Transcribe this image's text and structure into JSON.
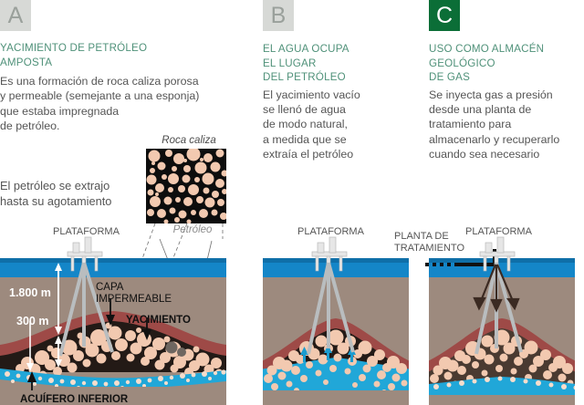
{
  "infographic": {
    "title": "Yacimiento de petroleo Amposta - uso como almacen geologico de gas",
    "colors": {
      "heading_green": "#4f9179",
      "badge_green": "#0b6e37",
      "badge_grey": "#d7d9d6",
      "sea_water": "#1486c8",
      "rock_ground": "#9d8a7e",
      "cap_rock": "#9e4a47",
      "limestone_pebble": "#f2c9b0",
      "aquifer_blue": "#21a7d8",
      "body_text": "#555555"
    }
  },
  "panels": [
    {
      "id": "A",
      "badge": "A",
      "badge_style": "grey",
      "heading": "YACIMIENTO DE PETRÓLEO\nAMPOSTA",
      "body": "Es una formación de roca caliza porosa\ny permeable (semejante a una esponja)\nque estaba impregnada\nde petróleo.",
      "note": "El petróleo se extrajo\nhasta su agotamiento",
      "inset": {
        "caption_top": "Roca caliza",
        "caption_bottom": "Petróleo"
      },
      "diagram_labels": {
        "platform": "PLATAFORMA",
        "depth_to_reservoir": "1.800 m",
        "reservoir_thickness": "300 m",
        "cap_layer": "CAPA\nIMPERMEABLE",
        "reservoir": "YACIMIENTO",
        "lower_aquifer": "ACUÍFERO INFERIOR"
      }
    },
    {
      "id": "B",
      "badge": "B",
      "badge_style": "grey",
      "heading": "EL AGUA OCUPA\nEL LUGAR\nDEL PETRÓLEO",
      "body": "El yacimiento vacío\nse llenó de agua\nde modo natural,\na medida que se\nextraía el petróleo",
      "diagram_labels": {
        "platform": "PLATAFORMA"
      }
    },
    {
      "id": "C",
      "badge": "C",
      "badge_style": "green",
      "heading": "USO COMO ALMACÉN\nGEOLÓGICO\nDE GAS",
      "body": "Se inyecta gas a presión\ndesde una planta de\ntratamiento para\nalmacenarlo y recuperarlo\ncuando sea necesario",
      "diagram_labels": {
        "platform": "PLATAFORMA",
        "treatment_plant": "PLANTA DE\nTRATAMIENTO"
      }
    }
  ]
}
